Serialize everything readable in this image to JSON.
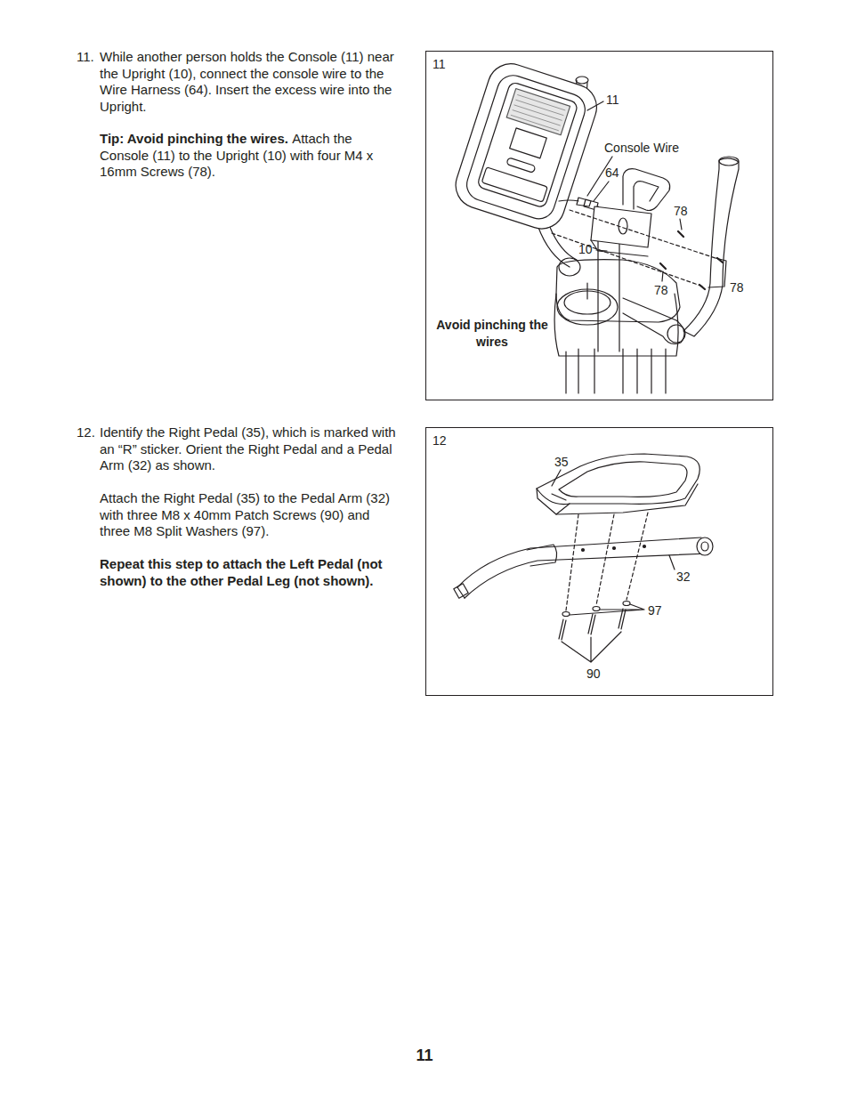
{
  "diagram": {
    "nodes": [
      {
        "text": [
          "11"
        ]
      },
      {
        "text": [
          "12"
        ]
      }
    ],
    "labels": [
      "11.",
      "While another person holds the Console (11) near the Upright (10), connect the console wire to the Wire Harness (64). Insert the excess wire into the Upright.",
      "Tip: Avoid pinching the wires.",
      "Attach the Console (11) to the Upright (10) with four M4 x 16mm Screws (78).",
      "12.",
      "Identify the Right Pedal (35), which is marked with an “R” sticker. Orient the Right Pedal and a Pedal Arm (32) as shown.",
      "Attach the Right Pedal (35) to the Pedal Arm (32) with three M8 x 40mm Patch Screws (90) and three M8 Split Washers (97).",
      "Repeat this step to attach the Left Pedal (not shown) to the other Pedal Leg (not shown).",
      "11",
      "Console Wire",
      "64",
      "78",
      "10",
      "78",
      "78",
      "Avoid pinching the wires",
      "35",
      "32",
      "97",
      "90",
      "11"
    ]
  }
}
